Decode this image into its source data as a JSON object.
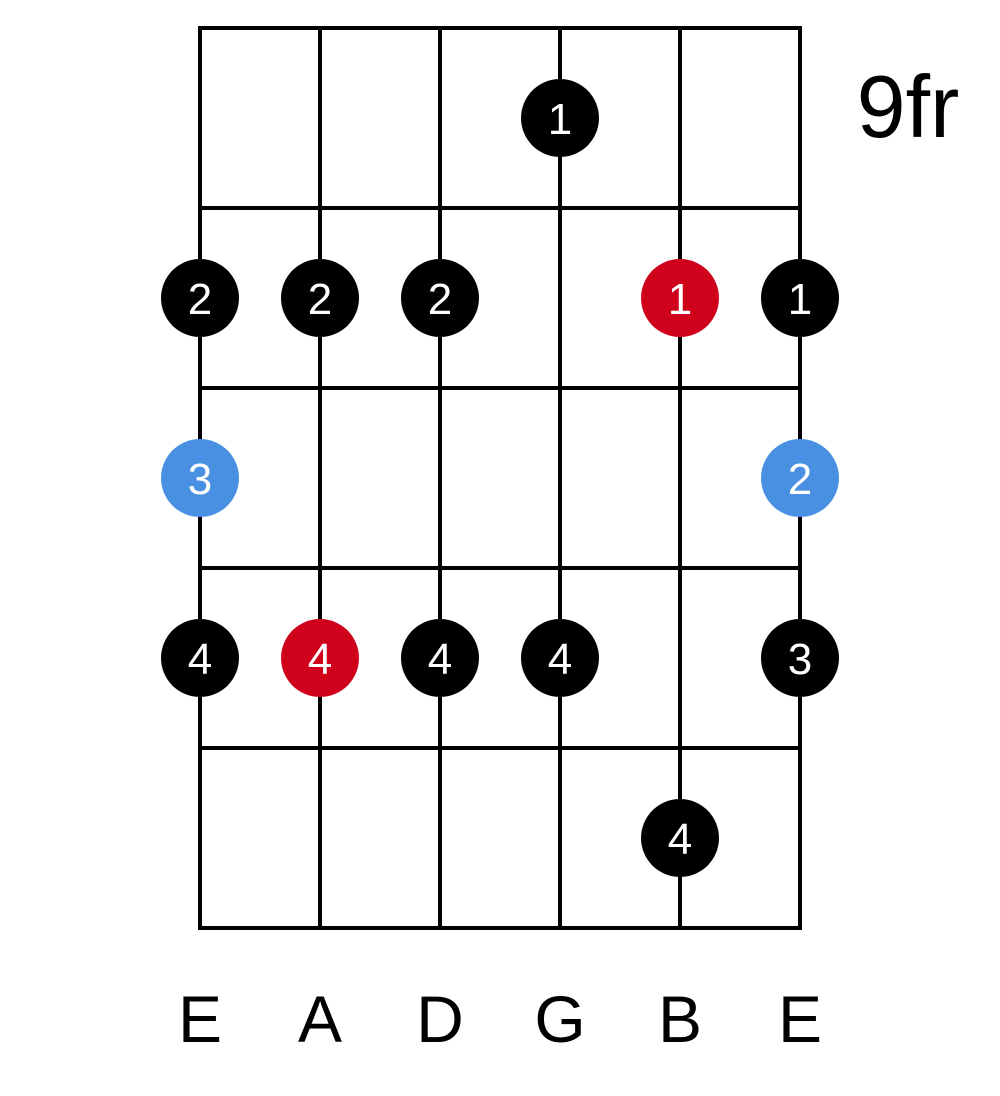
{
  "diagram": {
    "fret_label": "9fr",
    "string_names": [
      "E",
      "A",
      "D",
      "G",
      "B",
      "E"
    ],
    "num_strings": 6,
    "num_fret_rows": 5,
    "colors": {
      "grid": "#000000",
      "dot_default": "#000000",
      "dot_root": "#d0021b",
      "dot_blue": "#4a90e2",
      "dot_text": "#ffffff"
    },
    "notes": [
      {
        "string": 4,
        "fret": 1,
        "finger": "1",
        "color": "dot_default"
      },
      {
        "string": 1,
        "fret": 2,
        "finger": "2",
        "color": "dot_default"
      },
      {
        "string": 2,
        "fret": 2,
        "finger": "2",
        "color": "dot_default"
      },
      {
        "string": 3,
        "fret": 2,
        "finger": "2",
        "color": "dot_default"
      },
      {
        "string": 5,
        "fret": 2,
        "finger": "1",
        "color": "dot_root"
      },
      {
        "string": 6,
        "fret": 2,
        "finger": "1",
        "color": "dot_default"
      },
      {
        "string": 1,
        "fret": 3,
        "finger": "3",
        "color": "dot_blue"
      },
      {
        "string": 6,
        "fret": 3,
        "finger": "2",
        "color": "dot_blue"
      },
      {
        "string": 1,
        "fret": 4,
        "finger": "4",
        "color": "dot_default"
      },
      {
        "string": 2,
        "fret": 4,
        "finger": "4",
        "color": "dot_root"
      },
      {
        "string": 3,
        "fret": 4,
        "finger": "4",
        "color": "dot_default"
      },
      {
        "string": 4,
        "fret": 4,
        "finger": "4",
        "color": "dot_default"
      },
      {
        "string": 6,
        "fret": 4,
        "finger": "3",
        "color": "dot_default"
      },
      {
        "string": 5,
        "fret": 5,
        "finger": "4",
        "color": "dot_default"
      }
    ]
  }
}
